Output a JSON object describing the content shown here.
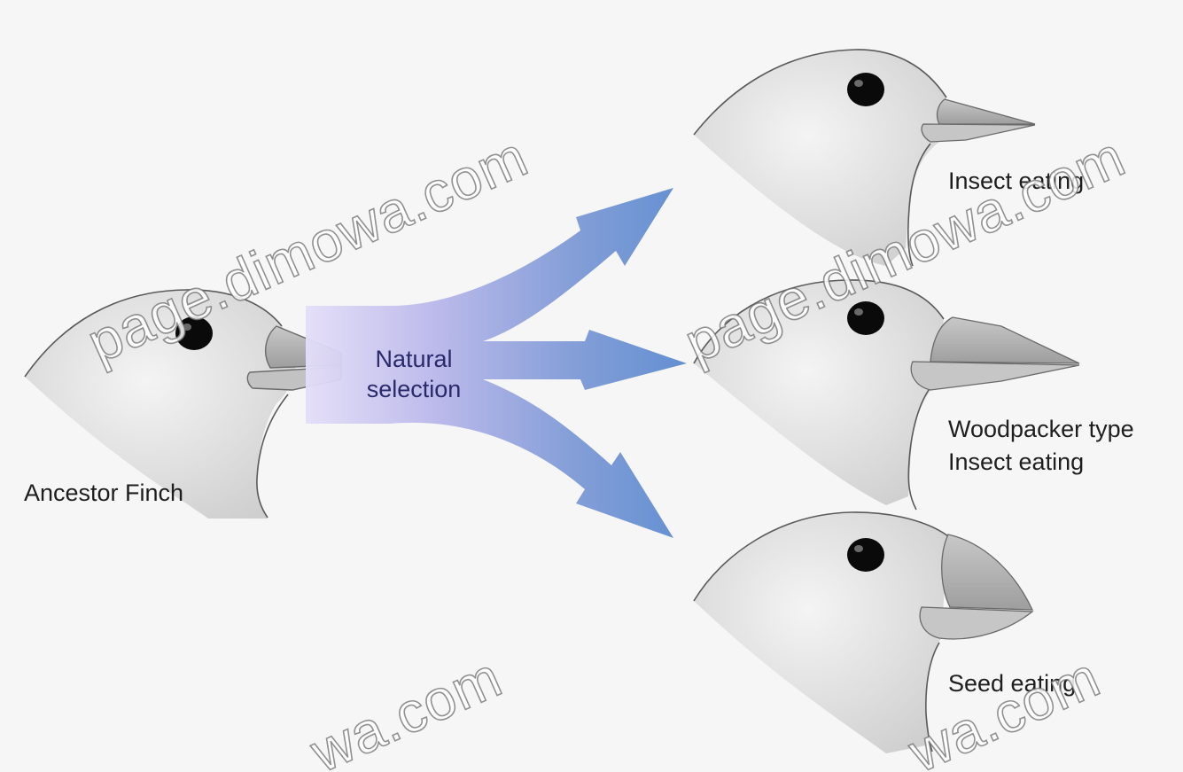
{
  "diagram": {
    "center_label_line1": "Natural",
    "center_label_line2": "selection",
    "ancestor_label": "Ancestor Finch",
    "descendants": [
      {
        "label_line1": "Insect eating",
        "label_line2": ""
      },
      {
        "label_line1": "Woodpacker type",
        "label_line2": "Insect eating"
      },
      {
        "label_line1": "Seed eating",
        "label_line2": ""
      }
    ]
  },
  "watermark": {
    "text_1": "page.dimowa.com",
    "text_2": "page.dimowa.com",
    "text_3": "wa.com",
    "text_4": "wa.com"
  },
  "colors": {
    "background": "#f6f6f6",
    "head_fill": "#dcdcdc",
    "beak_fill": "#b4b4b4",
    "eye": "#0a0a0a",
    "arrow_start": "#d6d0f4",
    "arrow_end": "#5a88c8"
  }
}
